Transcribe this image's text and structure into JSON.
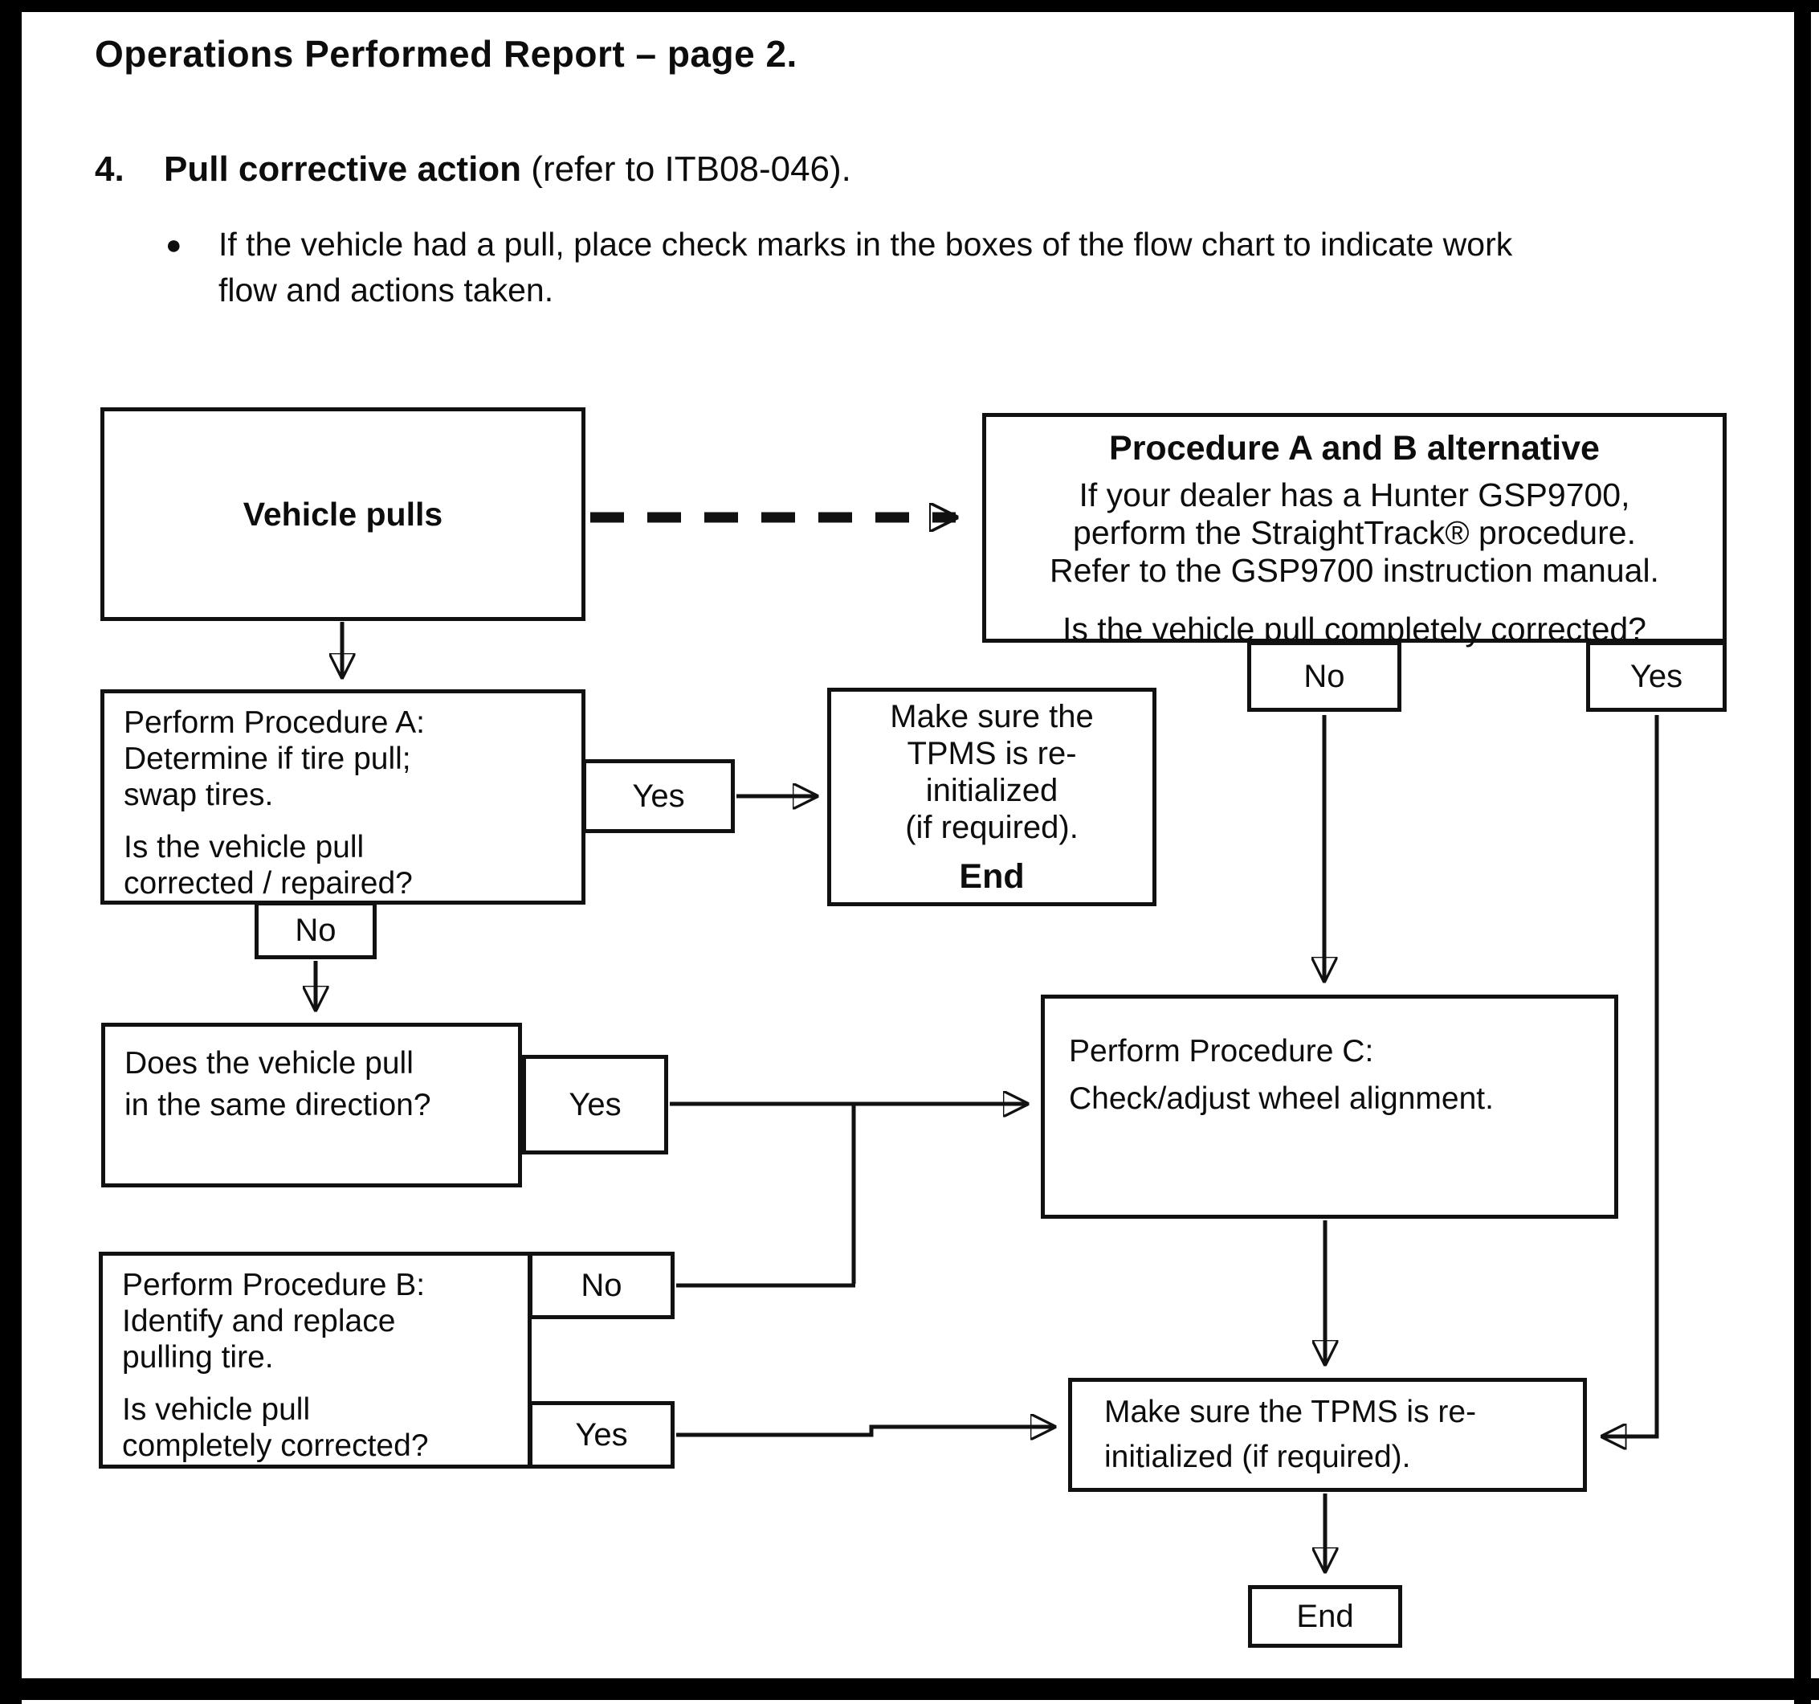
{
  "page": {
    "title": "Operations Performed Report – page 2.",
    "item_number": "4.",
    "item_heading": "Pull corrective action",
    "item_rest": " (refer to ITB08-046).",
    "bullet_glyph": "●",
    "bullet": "If the vehicle had a pull, place check marks in the boxes of the flow chart to indicate work flow and actions taken."
  },
  "flow": {
    "vehicle_pulls": {
      "label": "Vehicle pulls"
    },
    "proc_ab": {
      "title": "Procedure A and B alternative",
      "lines": [
        "If your dealer has a Hunter GSP9700,",
        "perform the StraightTrack® procedure.",
        "Refer to the GSP9700 instruction manual."
      ],
      "question": "Is the vehicle pull completely corrected?"
    },
    "proc_a": {
      "lines": [
        "Perform Procedure A:",
        "Determine if tire pull;",
        "swap tires."
      ],
      "question": [
        "Is the vehicle pull",
        "corrected / repaired?"
      ]
    },
    "tpms_end": {
      "lines": [
        "Make sure the",
        "TPMS is re-",
        "initialized",
        "(if required)."
      ],
      "end_label": "End"
    },
    "does_box": {
      "lines": [
        "Does the vehicle pull",
        "in the same direction?"
      ]
    },
    "proc_c": {
      "lines": [
        "Perform Procedure C:",
        "Check/adjust wheel alignment."
      ]
    },
    "proc_b": {
      "lines": [
        "Perform Procedure B:",
        "Identify and replace",
        "pulling tire."
      ],
      "question": [
        "Is vehicle pull",
        "completely corrected?"
      ]
    },
    "tpms2": {
      "lines": [
        "Make sure the TPMS is re-",
        "initialized (if required)."
      ]
    },
    "end_box": {
      "label": "End"
    }
  },
  "edges": {
    "no_ab": "No",
    "yes_ab": "Yes",
    "yes_a": "Yes",
    "no_a": "No",
    "yes_does": "Yes",
    "no_b": "No",
    "yes_b": "Yes"
  },
  "colors": {
    "ink": "#111111",
    "paper": "#ffffff"
  }
}
